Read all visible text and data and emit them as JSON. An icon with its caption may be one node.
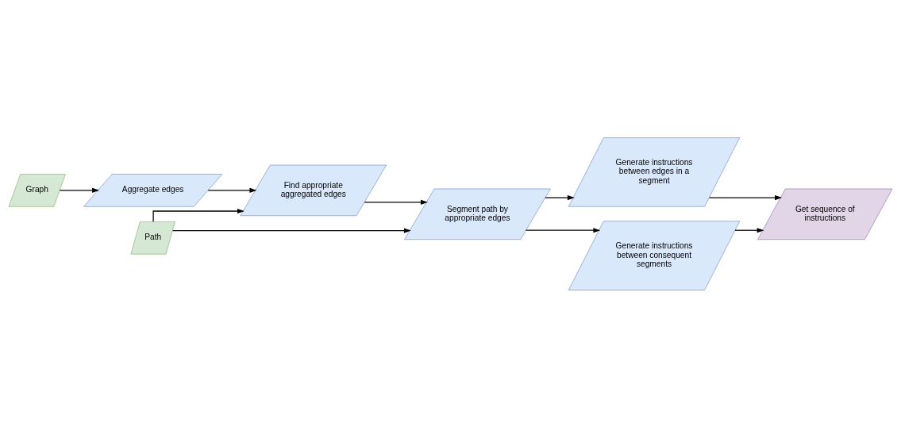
{
  "diagram": {
    "nodes": [
      {
        "text": [
          "Path"
        ]
      },
      {
        "text": [
          "Find appropriate aggregated edges"
        ]
      },
      {
        "text": [
          "Graph"
        ]
      },
      {
        "text": [
          "Aggregate edges"
        ]
      },
      {
        "text": [
          "Segment path by appropriate edges"
        ]
      },
      {
        "text": [
          "Generate instructions between edges in a segment"
        ]
      },
      {
        "text": [
          "Generate instructions between consequent segments"
        ]
      },
      {
        "text": [
          "Get sequence of instructions"
        ]
      }
    ],
    "edges": [
      {
        "from": 0,
        "to": 1,
        "arrow": "to"
      },
      {
        "from": 0,
        "to": 4,
        "arrow": "to"
      },
      {
        "from": 2,
        "to": 3,
        "arrow": "to"
      },
      {
        "from": 3,
        "to": 1,
        "arrow": "to"
      },
      {
        "from": 1,
        "to": 4,
        "arrow": "to"
      },
      {
        "from": 4,
        "to": 5,
        "arrow": "to"
      },
      {
        "from": 4,
        "to": 6,
        "arrow": "to"
      },
      {
        "from": 5,
        "to": 7,
        "arrow": "to"
      },
      {
        "from": 6,
        "to": 7,
        "arrow": "to"
      }
    ]
  }
}
